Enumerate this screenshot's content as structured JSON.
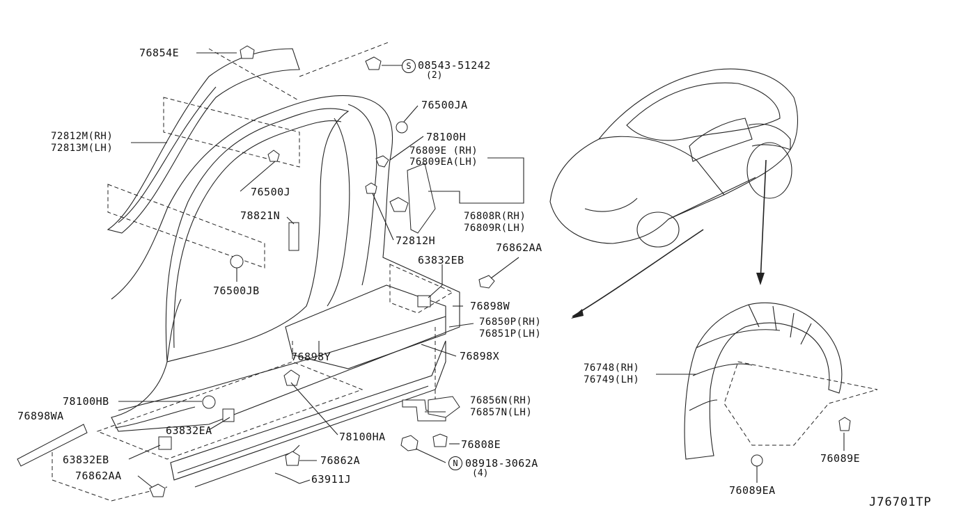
{
  "diagram_code": "J76701TP",
  "labels": {
    "l76854E": "76854E",
    "l08543": "08543-51242",
    "l08543_qty": "(2)",
    "l08543_sym": "S",
    "l76500JA": "76500JA",
    "l72812M": "72812M(RH)",
    "l72813M": "72813M(LH)",
    "l78100H": "78100H",
    "l76809E": "76809E (RH)",
    "l76809EA": "76809EA(LH)",
    "l76500J": "76500J",
    "l76808R": "76808R(RH)",
    "l76809R": "76809R(LH)",
    "l78821N": "78821N",
    "l72812H": "72812H",
    "l76862AA_top": "76862AA",
    "l63832EB_top": "63832EB",
    "l76500JB": "76500JB",
    "l76898W": "76898W",
    "l76850P": "76850P(RH)",
    "l76851P": "76851P(LH)",
    "l76898Y": "76898Y",
    "l76898X": "76898X",
    "l78100HB": "78100HB",
    "l76898WA": "76898WA",
    "l63832EA": "63832EA",
    "l63832EB_bot": "63832EB",
    "l78100HA": "78100HA",
    "l76856N": "76856N(RH)",
    "l76857N": "76857N(LH)",
    "l76808E": "76808E",
    "l76862A": "76862A",
    "l08918": "08918-3062A",
    "l08918_qty": "(4)",
    "l08918_sym": "N",
    "l76862AA_bot": "76862AA",
    "l63911J": "63911J",
    "l76748": "76748(RH)",
    "l76749": "76749(LH)",
    "l76089E": "76089E",
    "l76089EA": "76089EA"
  }
}
